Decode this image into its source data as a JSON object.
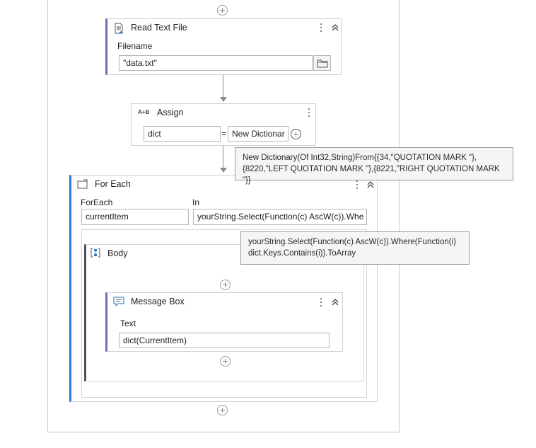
{
  "read_text_file": {
    "title": "Read Text File",
    "filename_label": "Filename",
    "filename_value": "\"data.txt\""
  },
  "assign": {
    "title": "Assign",
    "icon_text": "A+B",
    "left_value": "dict",
    "equals": "=",
    "right_value": "New Dictionar"
  },
  "assign_tooltip": {
    "line1": "New Dictionary(Of Int32,String)From{{34,\"QUOTATION MARK \"},",
    "line2": "{8220,\"LEFT QUOTATION MARK \"},{8221,\"RIGHT QUOTATION MARK \"}}"
  },
  "for_each": {
    "title": "For Each",
    "foreach_label": "ForEach",
    "foreach_value": "currentItem",
    "in_label": "In",
    "in_value": "yourString.Select(Function(c) AscW(c)).Whe"
  },
  "in_tooltip": {
    "line1": "yourString.Select(Function(c) AscW(c)).Where(Function(i)",
    "line2": "dict.Keys.Contains(i)).ToArray"
  },
  "body": {
    "title": "Body"
  },
  "message_box": {
    "title": "Message Box",
    "text_label": "Text",
    "text_value": "dict(CurrentItem)"
  }
}
